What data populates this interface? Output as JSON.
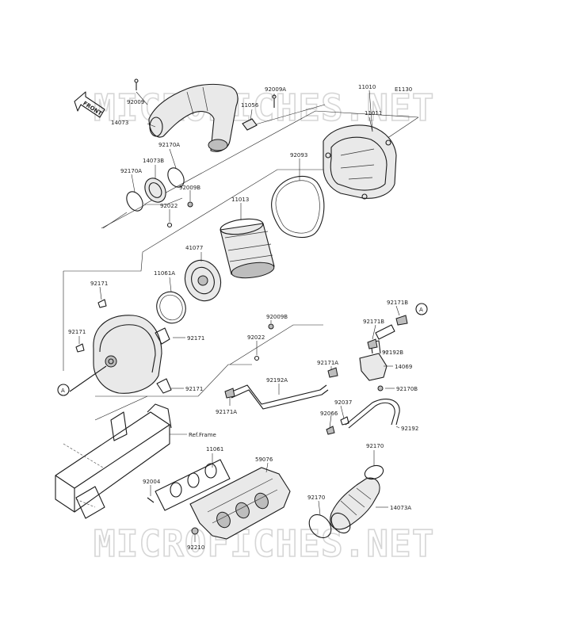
{
  "watermark": "MICROFICHES.NET",
  "front_label": "FRONT",
  "section_ref": "E1130",
  "ref_frame": "Ref.Frame",
  "marker": "A",
  "part_labels": {
    "p92009": "92009",
    "p14073": "14073",
    "p92009A": "92009A",
    "p11056": "11056",
    "p11010": "11010",
    "p11011": "11011",
    "p92170A_1": "92170A",
    "p14073B": "14073B",
    "p92170A_2": "92170A",
    "p92009B_1": "92009B",
    "p92022_1": "92022",
    "p92093": "92093",
    "p11013": "11013",
    "p41077": "41077",
    "p11061A": "11061A",
    "p92171_1": "92171",
    "p92171_2": "92171",
    "p92171_3": "92171",
    "p92171_4": "92171",
    "p92009B_2": "92009B",
    "p92022_2": "92022",
    "p92171B_1": "92171B",
    "p92171B_2": "92171B",
    "p92192B": "92192B",
    "p14069": "14069",
    "p92171A_1": "92171A",
    "p92170B": "92170B",
    "p92192A": "92192A",
    "p92171A_2": "92171A",
    "p92037": "92037",
    "p92066": "92066",
    "p92192": "92192",
    "p11061": "11061",
    "p59076": "59076",
    "p92170_1": "92170",
    "p92004": "92004",
    "p92170_2": "92170",
    "p14073A": "14073A",
    "p92210": "92210"
  }
}
